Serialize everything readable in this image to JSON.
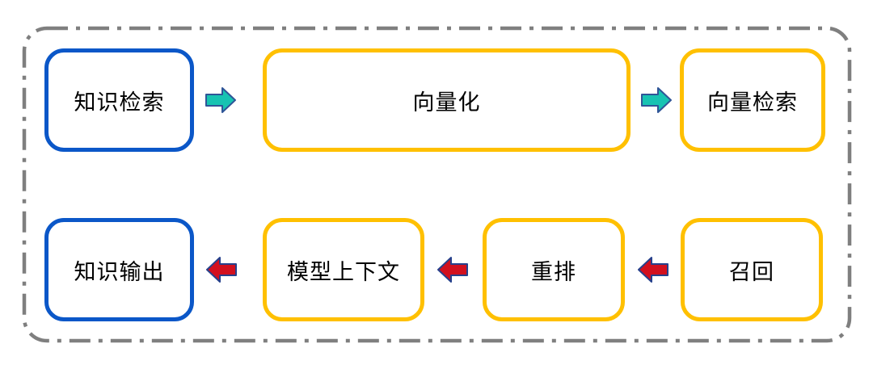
{
  "diagram": {
    "outer_border": {
      "color": "#7F7F7F",
      "style": "dash-dot"
    },
    "colors": {
      "node_blue": "#0B57C8",
      "node_yellow": "#FFC000",
      "node_fill": "#FFFFFF",
      "text": "#000000",
      "forward_arrow_fill": "#17C3B2",
      "forward_arrow_stroke": "#2F5597",
      "backward_arrow_fill": "#D2101E",
      "backward_arrow_stroke": "#26418C"
    },
    "nodes": [
      {
        "id": "knowledge-retrieval",
        "label": "知识检索",
        "border_color": "#0B57C8"
      },
      {
        "id": "vectorization",
        "label": "向量化",
        "border_color": "#FFC000"
      },
      {
        "id": "vector-retrieval",
        "label": "向量检索",
        "border_color": "#FFC000"
      },
      {
        "id": "recall",
        "label": "召回",
        "border_color": "#FFC000"
      },
      {
        "id": "rerank",
        "label": "重排",
        "border_color": "#FFC000"
      },
      {
        "id": "model-context",
        "label": "模型上下文",
        "border_color": "#FFC000"
      },
      {
        "id": "knowledge-output",
        "label": "知识输出",
        "border_color": "#0B57C8"
      }
    ],
    "flow": [
      "知识检索 → 向量化",
      "向量化 → 向量检索",
      "召回 → 重排",
      "重排 → 模型上下文",
      "模型上下文 → 知识输出"
    ]
  }
}
